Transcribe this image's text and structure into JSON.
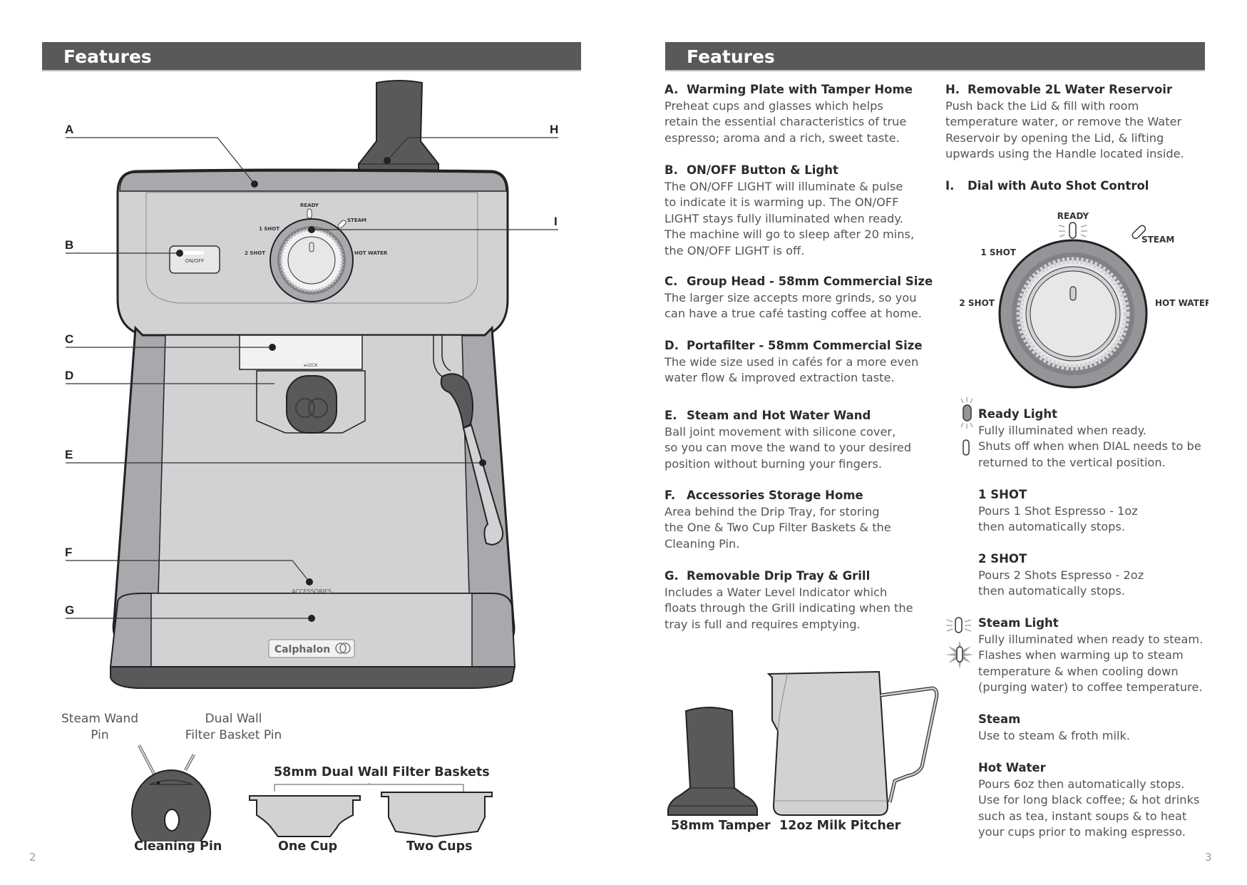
{
  "left_page": {
    "header": "Features",
    "page_number": "2",
    "callouts": [
      "A",
      "B",
      "C",
      "D",
      "E",
      "F",
      "G",
      "H",
      "I"
    ],
    "machine_labels": {
      "ready": "READY",
      "steam": "STEAM",
      "one_shot": "1 SHOT",
      "two_shot": "2 SHOT",
      "hot_water": "HOT WATER",
      "on_off": "ON/OFF",
      "lock": "▸LOCK",
      "accessories": "ACCESSORIES",
      "brand": "Calphalon"
    },
    "accessories": {
      "steam_wand_pin": [
        "Steam Wand",
        "Pin"
      ],
      "dual_wall_pin": [
        "Dual Wall",
        "Filter Basket Pin"
      ],
      "cleaning_pin": "Cleaning Pin",
      "baskets_title": "58mm Dual Wall Filter Baskets",
      "one_cup": "One Cup",
      "two_cups": "Two Cups"
    }
  },
  "right_page": {
    "header": "Features",
    "page_number": "3",
    "features": [
      {
        "letter": "A.",
        "title": "Warming Plate with Tamper Home",
        "lines": [
          "Preheat cups and glasses which helps",
          "retain the essential characteristics of true",
          "espresso; aroma and a rich, sweet taste."
        ]
      },
      {
        "letter": "B.",
        "title": "ON/OFF Button & Light",
        "lines": [
          "The ON/OFF LIGHT will illuminate & pulse",
          "to indicate it is warming up. The ON/OFF",
          "LIGHT stays fully illuminated when ready.",
          "The machine will go to sleep after 20 mins,",
          "the ON/OFF LIGHT is off."
        ]
      },
      {
        "letter": "C.",
        "title": "Group Head - 58mm Commercial Size",
        "lines": [
          "The larger size accepts more grinds, so you",
          "can have a true café tasting coffee at home."
        ]
      },
      {
        "letter": "D.",
        "title": "Portafilter - 58mm  Commercial Size",
        "lines": [
          "The wide size used in cafés for a more even",
          "water flow & improved extraction taste."
        ]
      },
      {
        "letter": "E.",
        "title": "Steam and Hot Water Wand",
        "lines": [
          "Ball joint movement with silicone cover,",
          "so you can move the wand to your desired",
          "position without burning your fingers."
        ]
      },
      {
        "letter": "F.",
        "title": "Accessories Storage Home",
        "lines": [
          "Area behind the Drip Tray, for storing",
          "the One & Two Cup Filter Baskets & the",
          "Cleaning Pin."
        ]
      },
      {
        "letter": "G.",
        "title": "Removable Drip Tray & Grill",
        "lines": [
          "Includes a Water Level Indicator which",
          "floats through the Grill indicating when the",
          "tray is full and requires emptying."
        ]
      },
      {
        "letter": "H.",
        "title": "Removable 2L Water Reservoir",
        "lines": [
          "Push back the Lid & fill with room",
          "temperature water, or remove the Water",
          "Reservoir by opening the Lid, & lifting",
          "upwards using the Handle located inside."
        ]
      },
      {
        "letter": "I.",
        "title": "Dial with Auto Shot Control",
        "lines": []
      }
    ],
    "dial_labels": {
      "ready": "READY",
      "steam": "STEAM",
      "one_shot": "1 SHOT",
      "two_shot": "2 SHOT",
      "hot_water": "HOT WATER"
    },
    "dial_items": [
      {
        "title": "Ready Light",
        "lines": [
          "Fully illuminated when ready.",
          "Shuts off when when DIAL needs to be",
          "returned to the vertical position."
        ]
      },
      {
        "title": "1 SHOT",
        "lines": [
          "Pours 1 Shot Espresso - 1oz",
          "then automatically stops."
        ]
      },
      {
        "title": "2 SHOT",
        "lines": [
          "Pours 2 Shots Espresso - 2oz",
          "then automatically stops."
        ]
      },
      {
        "title": "Steam Light",
        "lines": [
          "Fully illuminated when ready to steam.",
          "Flashes when warming up to steam",
          "temperature & when cooling down",
          "(purging water) to coffee temperature."
        ]
      },
      {
        "title": "Steam",
        "lines": [
          "Use to steam & froth milk."
        ]
      },
      {
        "title": "Hot Water",
        "lines": [
          "Pours 6oz then automatically stops.",
          "Use for long black coffee; & hot drinks",
          "such as tea, instant soups & to heat",
          "your cups prior to making espresso."
        ]
      }
    ],
    "tools": {
      "tamper": "58mm Tamper",
      "pitcher": "12oz Milk Pitcher"
    }
  },
  "colors": {
    "header_bg": "#58595b",
    "body_light": "#d1d2d4",
    "body_mid": "#a7a9ac",
    "dark": "#58595b"
  }
}
